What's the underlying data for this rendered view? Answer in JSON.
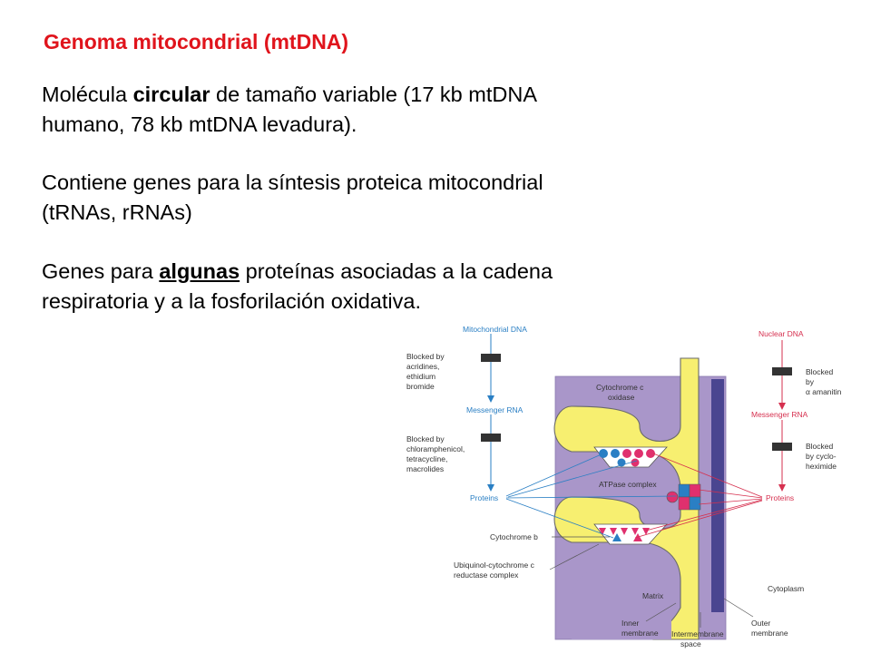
{
  "slide": {
    "title": "Genoma mitocondrial (mtDNA)",
    "p1": {
      "pre": "Molécula ",
      "bold": "circular",
      "line1_post": " de tamaño variable (17 kb mtDNA",
      "line2": "humano, 78 kb mtDNA levadura)."
    },
    "p2": {
      "line1": "Contiene genes para la síntesis proteica mitocondrial",
      "line2": "(tRNAs, rRNAs)"
    },
    "p3": {
      "pre": "Genes para ",
      "underlined": "algunas",
      "line1_post": " proteínas asociadas a la cadena",
      "line2": "respiratoria y a la fosforilación oxidativa."
    }
  },
  "diagram": {
    "mito_dna": "Mitochondrial DNA",
    "blocked1": [
      "Blocked by",
      "acridines,",
      "ethidium",
      "bromide"
    ],
    "messenger_rna_left": "Messenger RNA",
    "blocked2": [
      "Blocked by",
      "chloramphenicol,",
      "tetracycline,",
      "macrolides"
    ],
    "proteins_left": "Proteins",
    "cyt_c_oxidase": [
      "Cytochrome c",
      "oxidase"
    ],
    "atpase": "ATPase complex",
    "cytochrome_b": "Cytochrome b",
    "ubiquinol": [
      "Ubiquinol-cytochrome c",
      "reductase complex"
    ],
    "matrix": "Matrix",
    "inner_membrane": [
      "Inner",
      "membrane"
    ],
    "intermembrane": [
      "Intermembrane",
      "space"
    ],
    "outer_membrane": [
      "Outer",
      "membrane"
    ],
    "nuclear_dna": "Nuclear DNA",
    "blocked_alpha": [
      "Blocked",
      "by",
      "α amanitin"
    ],
    "messenger_rna_right": "Messenger RNA",
    "blocked_cyclo": [
      "Blocked",
      "by cyclo-",
      "heximide"
    ],
    "proteins_right": "Proteins",
    "cytoplasm": "Cytoplasm",
    "colors": {
      "blue_label": "#2a7fc4",
      "red_label": "#d6304f",
      "membrane_yellow": "#f7ef70",
      "membrane_stroke": "#6a6a6a",
      "intermembrane_purple": "#a996c9",
      "outer_membrane": "#4a4590"
    }
  }
}
